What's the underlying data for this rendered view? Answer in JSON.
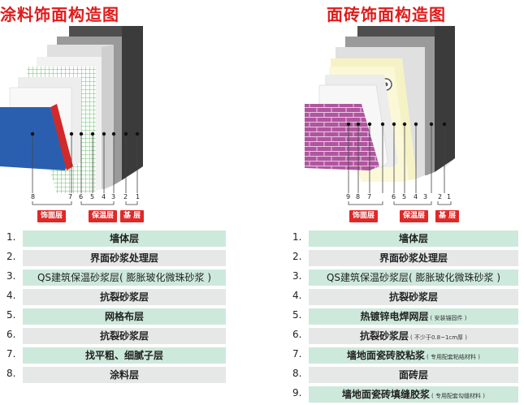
{
  "left": {
    "title": "涂料饰面构造图",
    "layer_numbers": [
      "8",
      "7",
      "6",
      "5",
      "4",
      "3",
      "2",
      "1"
    ],
    "tags": [
      "饰面层",
      "保温层",
      "基 层"
    ],
    "rows": [
      {
        "index": "1.",
        "text": "墙体层",
        "note": ""
      },
      {
        "index": "2.",
        "text": "界面砂浆处理层",
        "note": ""
      },
      {
        "index": "3.",
        "text": "QS建筑保温砂浆层( 膨胀玻化微珠砂浆 )",
        "note": ""
      },
      {
        "index": "4.",
        "text": "抗裂砂浆层",
        "note": ""
      },
      {
        "index": "5.",
        "text": "网格布层",
        "note": ""
      },
      {
        "index": "6.",
        "text": "抗裂砂浆层",
        "note": ""
      },
      {
        "index": "7.",
        "text": "找平粗、细腻子层",
        "note": ""
      },
      {
        "index": "8.",
        "text": "涂料层",
        "note": ""
      }
    ]
  },
  "right": {
    "title": "面砖饰面构造图",
    "layer_numbers": [
      "9",
      "8",
      "7",
      "6",
      "5",
      "4",
      "3",
      "2",
      "1"
    ],
    "tags": [
      "饰面层",
      "保温层",
      "基 层"
    ],
    "rows": [
      {
        "index": "1.",
        "text": "墙体层",
        "note": ""
      },
      {
        "index": "2.",
        "text": "界面砂浆处理层",
        "note": ""
      },
      {
        "index": "3.",
        "text": "QS建筑保温砂浆层( 膨胀玻化微珠砂浆 )",
        "note": ""
      },
      {
        "index": "4.",
        "text": "抗裂砂浆层",
        "note": ""
      },
      {
        "index": "5.",
        "text": "热镀锌电焊网层",
        "note": "( 安装锚固件 )"
      },
      {
        "index": "6.",
        "text": "抗裂砂浆层",
        "note": "( 不少于0.8~1cm厚 )"
      },
      {
        "index": "7.",
        "text": "墙地面瓷砖胶粘浆",
        "note": "( 专用配套粘结材料 )"
      },
      {
        "index": "8.",
        "text": "面砖层",
        "note": ""
      },
      {
        "index": "9.",
        "text": "墙地面瓷砖填缝胶浆",
        "note": "( 专用配套勾缝材料 )"
      }
    ]
  },
  "colors": {
    "title_red": "#e01b1b",
    "tag_red": "#e02828",
    "row_green": "#cde9dc",
    "row_grey": "#e6e8e8",
    "paint_blue": "#2a5fb0",
    "tile_purple": "#b0569f",
    "mesh_green": "#7bc47f"
  }
}
